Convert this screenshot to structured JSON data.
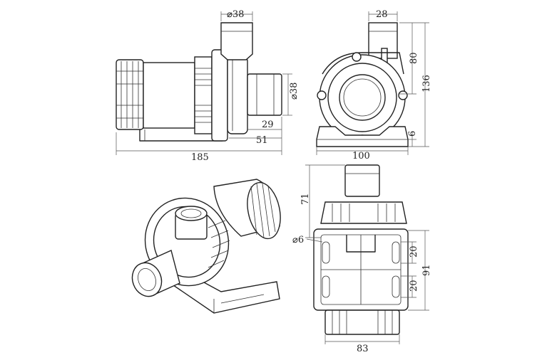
{
  "dimensions": {
    "side_outlet_diameter": "⌀38",
    "side_inlet_diameter": "⌀38",
    "side_inlet_length": "29",
    "side_body_front": "51",
    "side_total_length": "185",
    "front_outlet_width": "28",
    "front_outlet_height": "80",
    "front_total_height": "136",
    "front_base_height": "6",
    "front_total_width": "100",
    "bottom_outlet_height": "71",
    "bottom_hole_diameter": "⌀6",
    "bottom_slot_upper": "20",
    "bottom_slot_lower": "20",
    "bottom_base_length": "91",
    "bottom_total_width": "83"
  }
}
